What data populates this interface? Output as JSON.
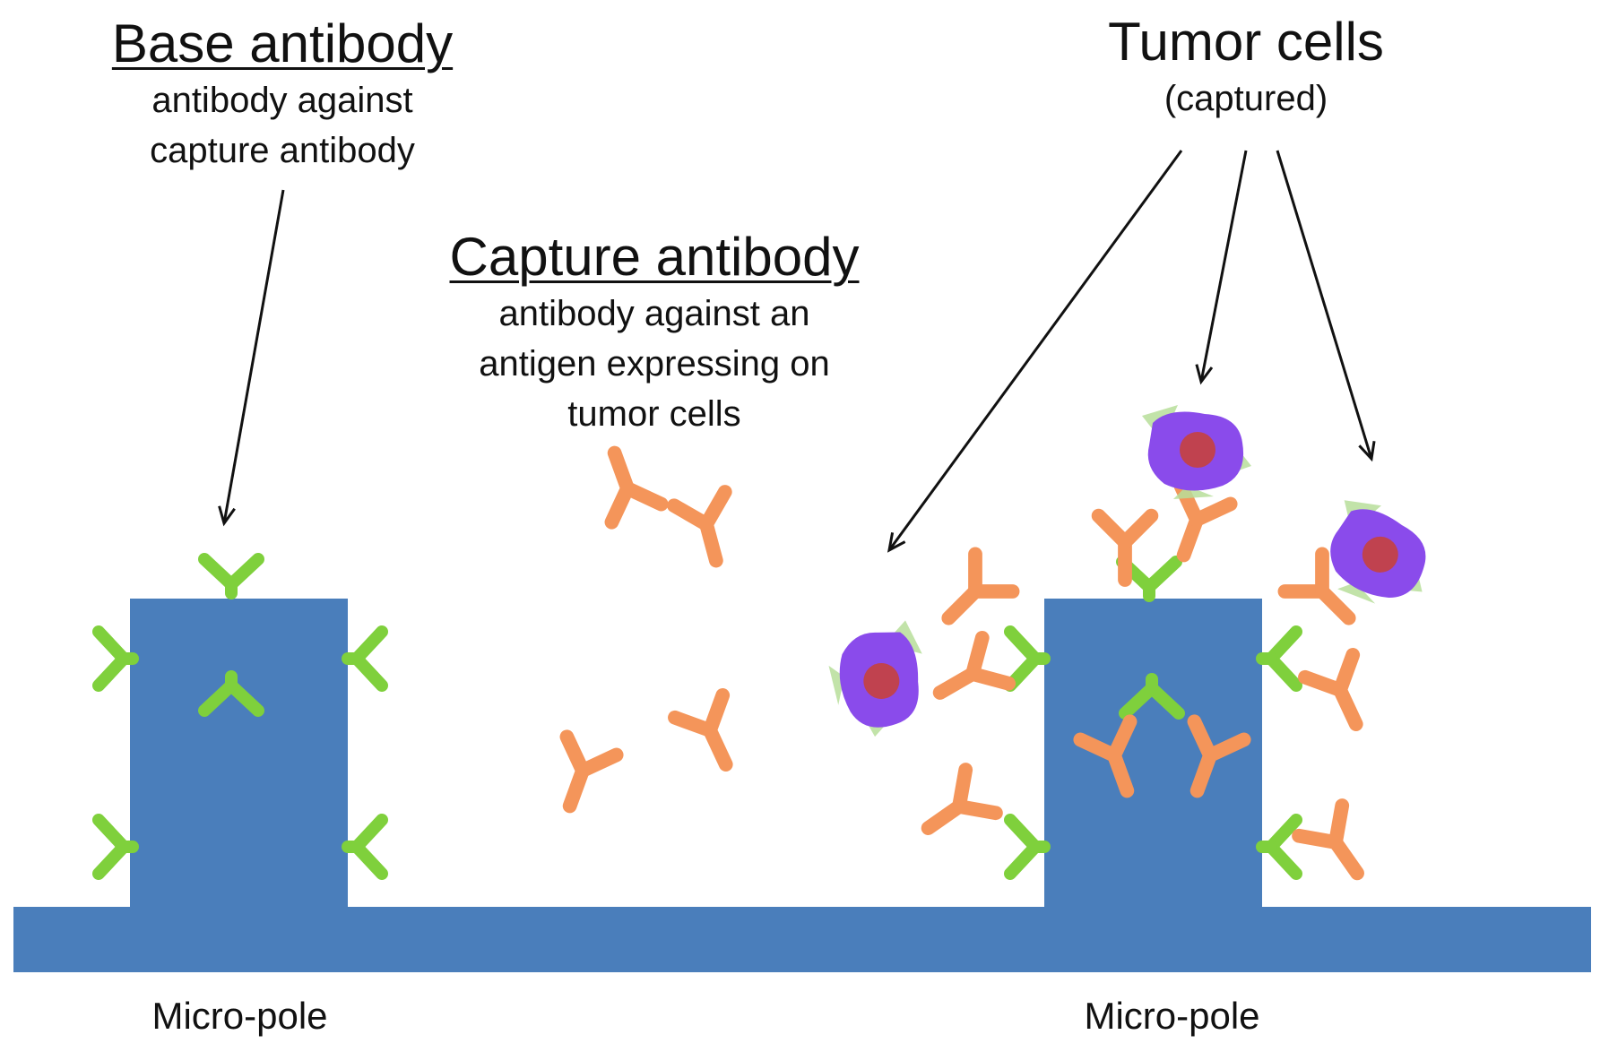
{
  "base_label": {
    "title": "Base antibody",
    "desc": [
      "antibody against",
      "capture antibody"
    ]
  },
  "capture_label": {
    "title": "Capture antibody",
    "desc": [
      "antibody against an",
      "antigen expressing on",
      "tumor cells"
    ]
  },
  "tumor_label": {
    "title": "Tumor cells",
    "desc": [
      "(captured)"
    ]
  },
  "poles": [
    {
      "label": "Micro-pole"
    },
    {
      "label": "Micro-pole"
    }
  ],
  "colors": {
    "substrate": "#4A7EBB",
    "base_antibody": "#7FD03C",
    "capture_antibody": "#F4955A",
    "cell_body": "#8A4BEB",
    "cell_nucleus": "#C0424F",
    "antigen": "#B7DE9A",
    "arrow": "#111111"
  }
}
